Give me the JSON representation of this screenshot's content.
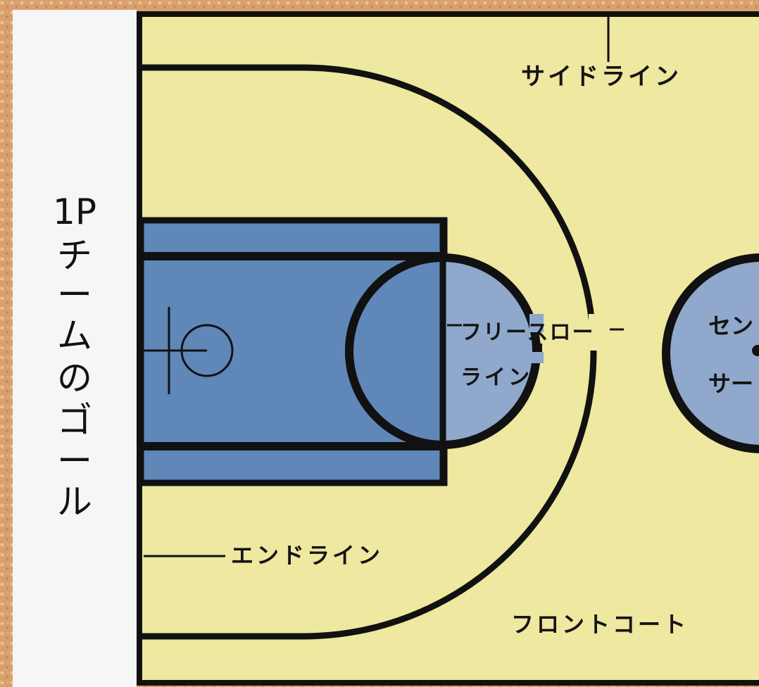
{
  "colors": {
    "background_pattern": "#d9a06e",
    "court_floor": "#eee8a0",
    "key_area": "#5f87b8",
    "circle_fill": "#8fa8cc",
    "line": "#111111",
    "side_panel": "#f6f6f6"
  },
  "side_panel": {
    "title_lines": [
      "1P",
      "チ",
      "ー",
      "ム",
      "の",
      "ゴ",
      "ー",
      "ル"
    ]
  },
  "labels": {
    "sideline": "サイドライン",
    "freethrow_line_1": "フリースロー",
    "freethrow_line_2": "ライン",
    "endline": "エンドライン",
    "frontcourt": "フロントコート",
    "center_circle_1": "セン",
    "center_circle_2": "サー"
  }
}
